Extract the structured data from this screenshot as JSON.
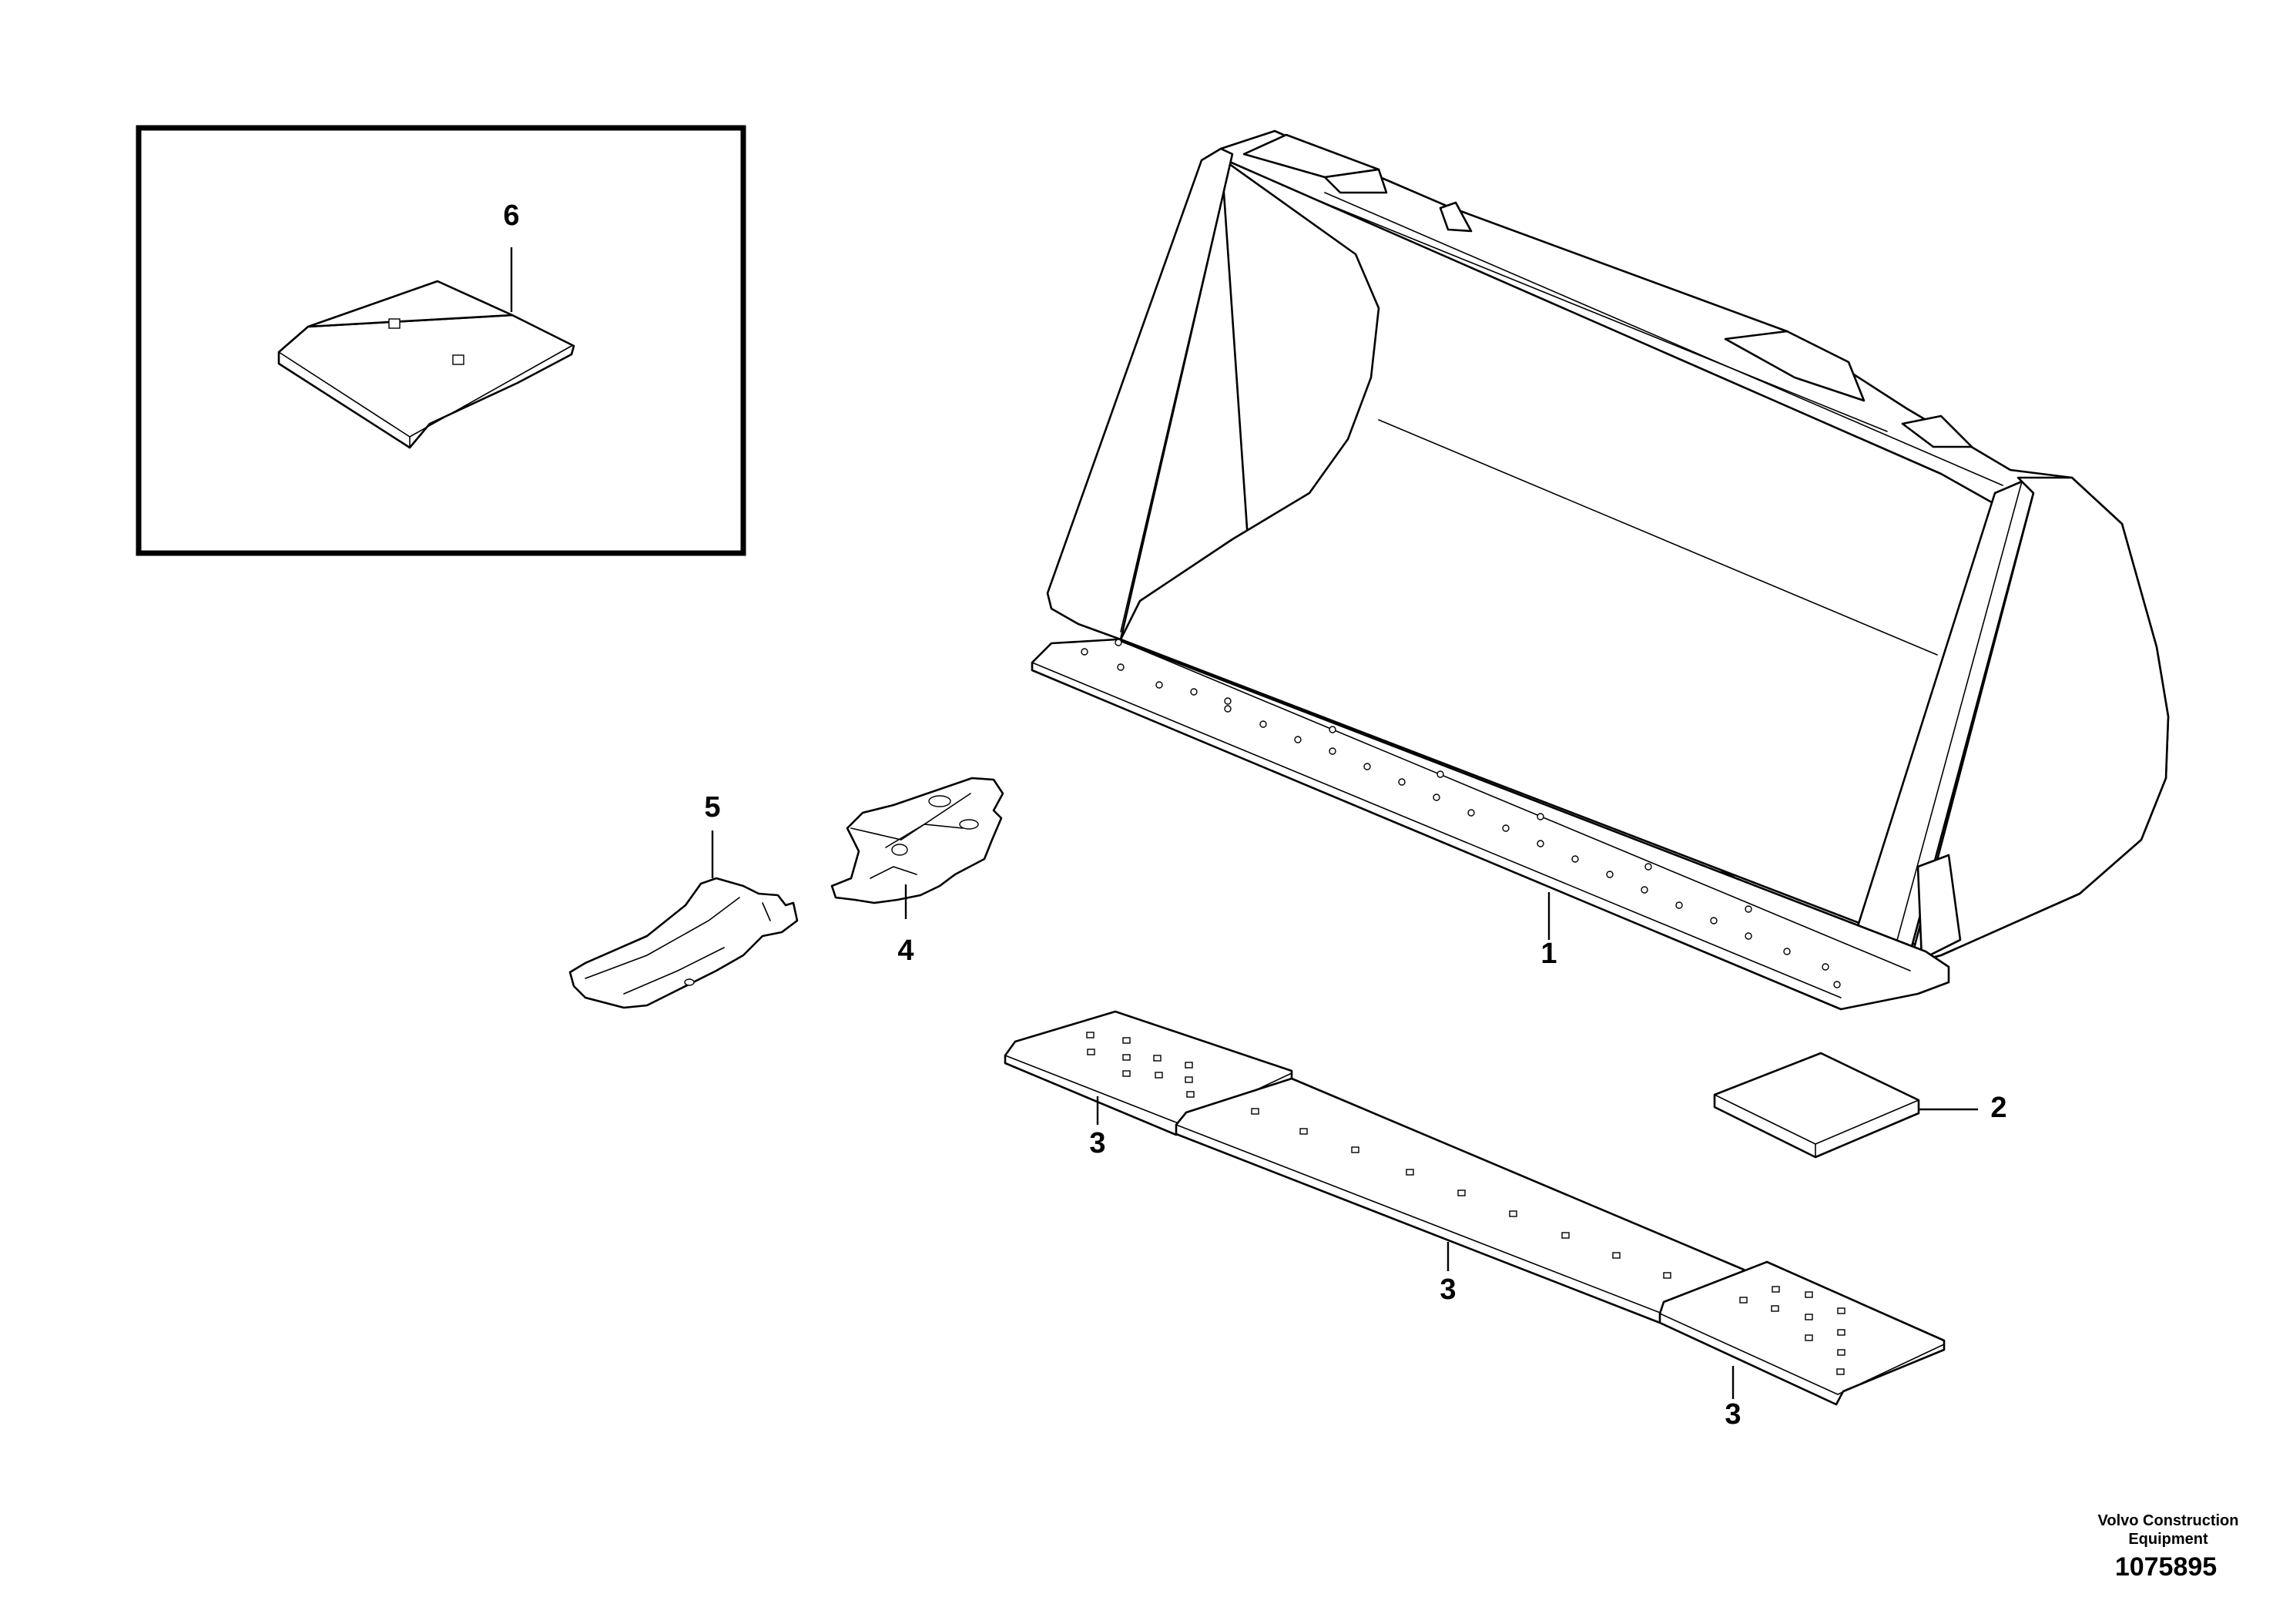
{
  "diagram": {
    "callouts": [
      {
        "id": "1",
        "label": "1"
      },
      {
        "id": "2",
        "label": "2"
      },
      {
        "id": "3a",
        "label": "3"
      },
      {
        "id": "3b",
        "label": "3"
      },
      {
        "id": "3c",
        "label": "3"
      },
      {
        "id": "4",
        "label": "4"
      },
      {
        "id": "5",
        "label": "5"
      },
      {
        "id": "6",
        "label": "6"
      }
    ],
    "footer": {
      "brand_line1": "Volvo Construction",
      "brand_line2": "Equipment",
      "doc_number": "1075895"
    }
  }
}
